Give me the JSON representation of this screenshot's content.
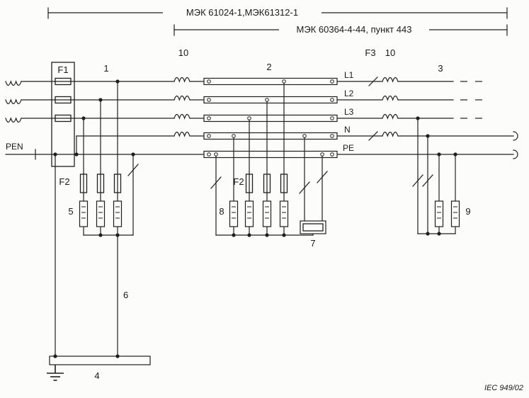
{
  "diagram": {
    "bracket_top": "МЭК 61024-1,МЭК61312-1",
    "bracket_inner": "МЭК 60364-4-44, пункт 443",
    "footer_ref": "IEC  949/02",
    "pen_label": "PEN",
    "line_labels": {
      "l1": "L1",
      "l2": "L2",
      "l3": "L3",
      "n": "N",
      "pe": "PE"
    },
    "component_labels": {
      "f1": "F1",
      "f2_left": "F2",
      "f2_mid": "F2",
      "f3": "F3",
      "num1": "1",
      "num2": "2",
      "num3": "3",
      "num4": "4",
      "num5": "5",
      "num6": "6",
      "num7": "7",
      "num8": "8",
      "num9": "9",
      "num10_left": "10",
      "num10_right": "10"
    },
    "colors": {
      "ink": "#1f1f1f",
      "paper": "#fcfcfa"
    }
  }
}
